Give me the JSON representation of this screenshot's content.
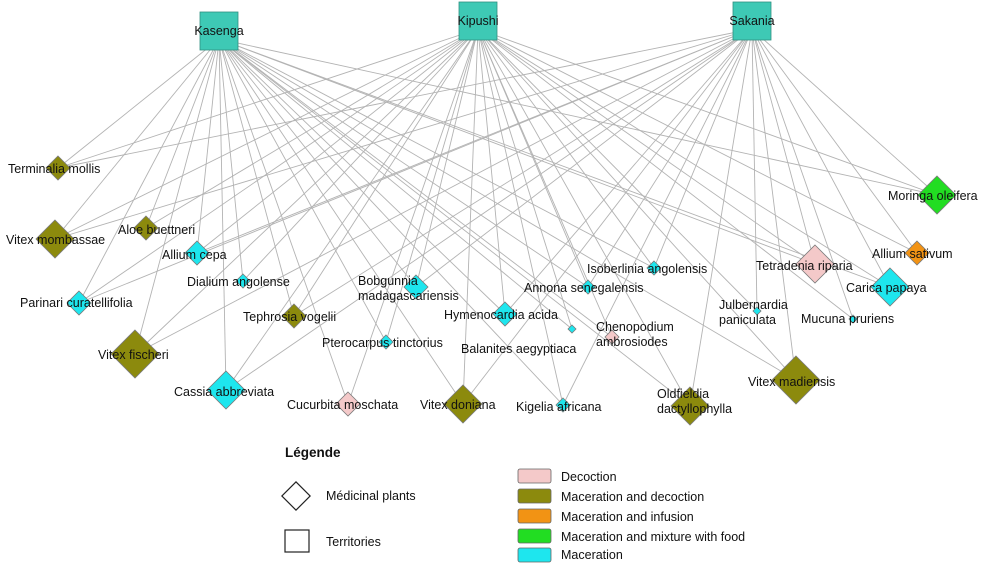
{
  "territories": [
    {
      "id": "kasenga",
      "label": "Kasenga"
    },
    {
      "id": "kipushi",
      "label": "Kipushi"
    },
    {
      "id": "sakania",
      "label": "Sakania"
    }
  ],
  "plants": [
    {
      "id": "terminalia",
      "label": "Terminalia mollis",
      "category": "md",
      "size": "m",
      "links": [
        "kasenga",
        "kipushi",
        "sakania"
      ]
    },
    {
      "id": "vitex_mombassae",
      "label": "Vitex mombassae",
      "category": "md",
      "size": "l",
      "links": [
        "kasenga",
        "kipushi",
        "sakania"
      ]
    },
    {
      "id": "aloe",
      "label": "Aloe buettneri",
      "category": "md",
      "size": "m",
      "links": [
        "kasenga",
        "kipushi"
      ]
    },
    {
      "id": "allium_cepa",
      "label": "Allium cepa",
      "category": "mac",
      "size": "m",
      "links": [
        "kasenga",
        "kipushi",
        "sakania"
      ]
    },
    {
      "id": "dialium",
      "label": "Dialium angolense",
      "category": "mac",
      "size": "s",
      "links": [
        "kasenga",
        "kipushi"
      ]
    },
    {
      "id": "parinari",
      "label": "Parinari curatellifolia",
      "category": "mac",
      "size": "m",
      "links": [
        "kasenga",
        "kipushi",
        "sakania"
      ]
    },
    {
      "id": "vitex_fischeri",
      "label": "Vitex fischeri",
      "category": "md",
      "size": "xl",
      "links": [
        "kasenga",
        "kipushi",
        "sakania"
      ]
    },
    {
      "id": "tephrosia",
      "label": "Tephrosia vogelii",
      "category": "md",
      "size": "m",
      "links": [
        "kasenga",
        "kipushi",
        "sakania"
      ]
    },
    {
      "id": "cassia",
      "label": "Cassia abbreviata",
      "category": "mac",
      "size": "l",
      "links": [
        "kasenga",
        "kipushi",
        "sakania"
      ]
    },
    {
      "id": "cucurbita",
      "label": "Cucurbita moschata",
      "category": "dec",
      "size": "m",
      "links": [
        "kasenga",
        "kipushi"
      ]
    },
    {
      "id": "bobgunnia",
      "label_lines": [
        "Bobgunnia",
        "madagascariensis"
      ],
      "category": "mac",
      "size": "m",
      "links": [
        "kasenga",
        "kipushi",
        "sakania"
      ]
    },
    {
      "id": "pterocarpus",
      "label": "Pterocarpus tinctorius",
      "category": "mac",
      "size": "s",
      "links": [
        "kasenga",
        "kipushi"
      ]
    },
    {
      "id": "vitex_doniana",
      "label": "Vitex doniana",
      "category": "md",
      "size": "l",
      "links": [
        "kasenga",
        "kipushi",
        "sakania"
      ]
    },
    {
      "id": "hymenocardia",
      "label": "Hymenocardia acida",
      "category": "mac",
      "size": "m",
      "links": [
        "kasenga",
        "kipushi",
        "sakania"
      ]
    },
    {
      "id": "balanites",
      "label": "Balanites aegyptiaca",
      "category": "mac",
      "size": "xs",
      "links": [
        "kasenga",
        "kipushi"
      ]
    },
    {
      "id": "annona",
      "label": "Annona senegalensis",
      "category": "mac",
      "size": "s",
      "links": [
        "kasenga",
        "kipushi",
        "sakania"
      ]
    },
    {
      "id": "kigelia",
      "label": "Kigelia africana",
      "category": "mac",
      "size": "s",
      "links": [
        "kasenga",
        "kipushi",
        "sakania"
      ]
    },
    {
      "id": "isoberlinia",
      "label": "Isoberlinia angolensis",
      "category": "mac",
      "size": "s",
      "links": [
        "kasenga",
        "kipushi",
        "sakania"
      ]
    },
    {
      "id": "chenopodium",
      "label_lines": [
        "Chenopodium",
        "ambrosiodes"
      ],
      "category": "dec",
      "size": "s",
      "links": [
        "kasenga",
        "kipushi"
      ]
    },
    {
      "id": "oldfieldia",
      "label_lines": [
        "Oldfieldia",
        "dactyllophylla"
      ],
      "category": "md",
      "size": "l",
      "links": [
        "kasenga",
        "kipushi",
        "sakania"
      ]
    },
    {
      "id": "julbernardia",
      "label_lines": [
        "Julbernardia",
        "paniculata"
      ],
      "category": "mac",
      "size": "xs",
      "links": [
        "kipushi",
        "sakania"
      ]
    },
    {
      "id": "tetradenia",
      "label": "Tetradenia riparia",
      "category": "dec",
      "size": "l",
      "links": [
        "kasenga",
        "kipushi",
        "sakania"
      ]
    },
    {
      "id": "vitex_madiensis",
      "label": "Vitex madiensis",
      "category": "md",
      "size": "xl",
      "links": [
        "kasenga",
        "kipushi",
        "sakania"
      ]
    },
    {
      "id": "moringa",
      "label": "Moringa oleifera",
      "category": "food",
      "size": "l",
      "links": [
        "kasenga",
        "kipushi",
        "sakania"
      ]
    },
    {
      "id": "allium_sativum",
      "label": "Allium sativum",
      "category": "inf",
      "size": "m",
      "links": [
        "kipushi",
        "sakania"
      ]
    },
    {
      "id": "carica",
      "label": "Carica papaya",
      "category": "mac",
      "size": "l",
      "links": [
        "kasenga",
        "kipushi",
        "sakania"
      ]
    },
    {
      "id": "mucuna",
      "label": "Mucuna pruriens",
      "category": "mac",
      "size": "xs",
      "links": [
        "kipushi",
        "sakania"
      ]
    }
  ],
  "colors": {
    "dec": "#f4c9c9",
    "md": "#8c8a0d",
    "inf": "#f29314",
    "food": "#22dd22",
    "mac": "#1ee6ee",
    "territory": "#3ec9b5",
    "edge": "#b3b3b3"
  },
  "legend": {
    "title": "Légende",
    "shapes": [
      {
        "label": "Médicinal plants",
        "shape": "diamond"
      },
      {
        "label": "Territories",
        "shape": "square"
      }
    ],
    "categories": [
      {
        "key": "dec",
        "label": "Decoction"
      },
      {
        "key": "md",
        "label": "Maceration and decoction"
      },
      {
        "key": "inf",
        "label": "Maceration and infusion"
      },
      {
        "key": "food",
        "label": "Maceration and mixture with food"
      },
      {
        "key": "mac",
        "label": "Maceration"
      }
    ]
  }
}
